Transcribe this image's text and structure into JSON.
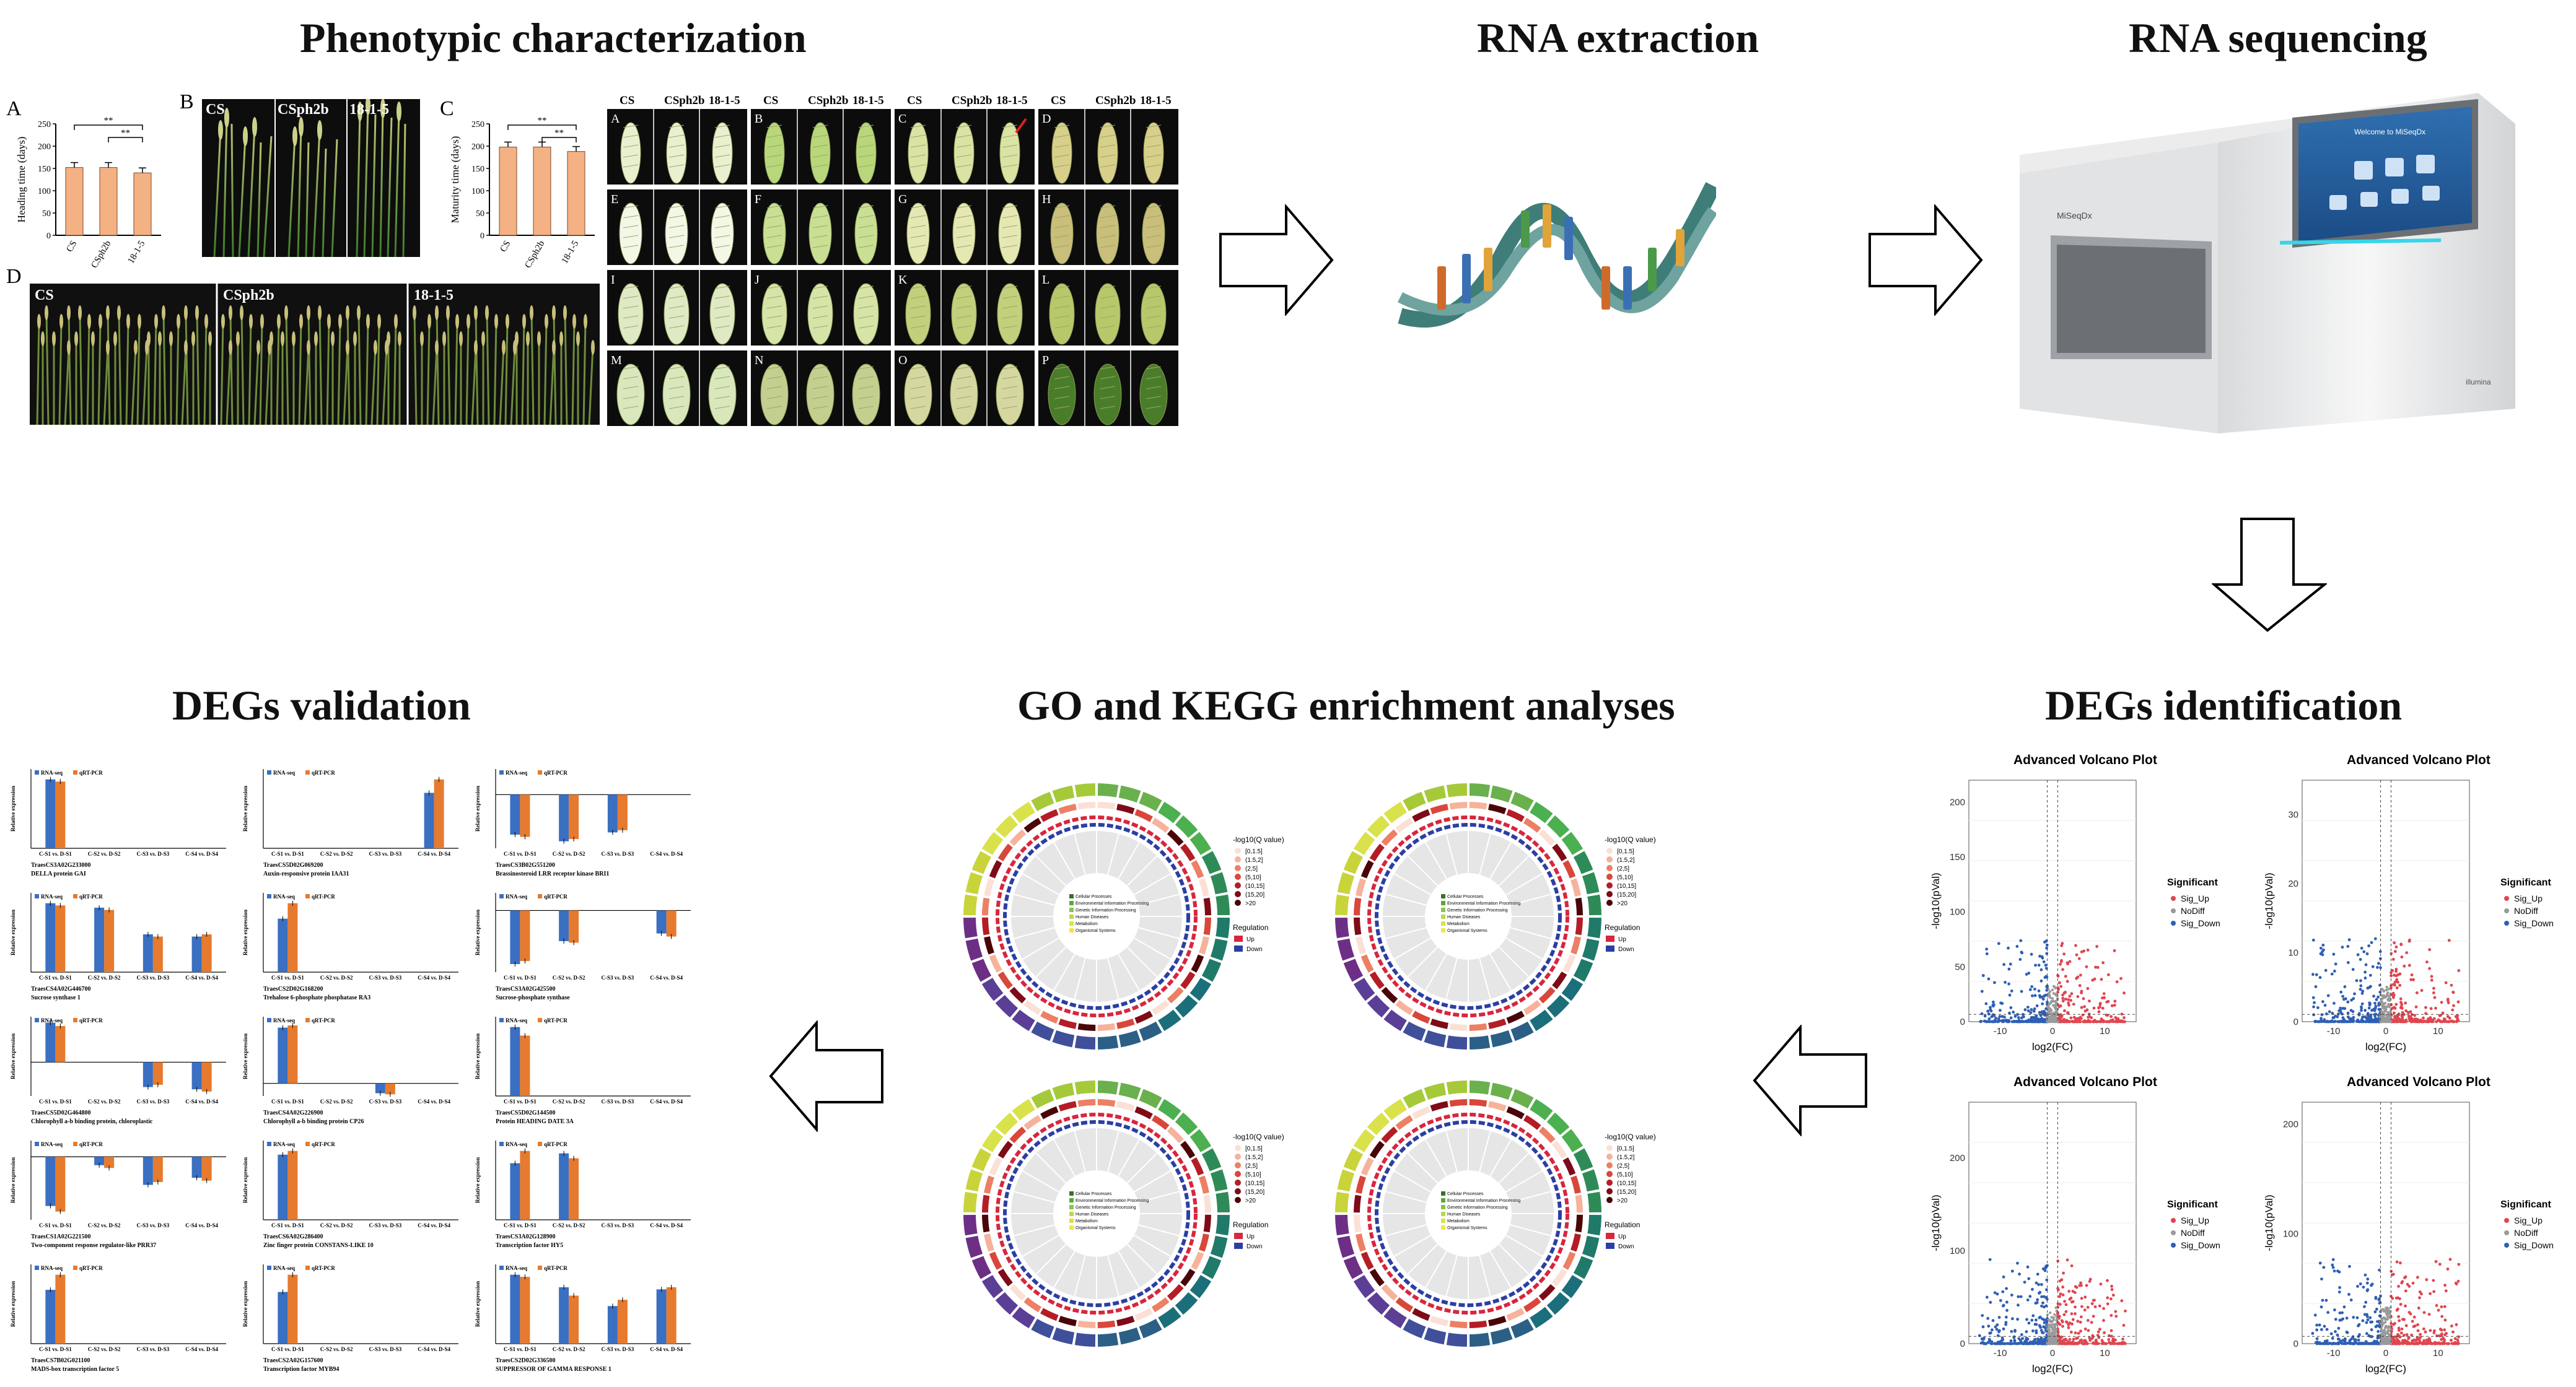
{
  "sections": {
    "phenotype": "Phenotypic characterization",
    "rna_extraction": "RNA extraction",
    "rna_sequencing": "RNA sequencing",
    "degs_identification": "DEGs identification",
    "go_kegg": "GO and KEGG enrichment analyses",
    "degs_validation": "DEGs validation"
  },
  "phenotype": {
    "panelA": {
      "letter": "A",
      "ylabel": "Heading time (days)",
      "categories": [
        "CS",
        "CSph2b",
        "18-1-5"
      ],
      "values": [
        152,
        152,
        140
      ],
      "ylim": [
        0,
        250
      ],
      "yticks": [
        "0",
        "50",
        "100",
        "150",
        "200",
        "250"
      ],
      "sig": "**"
    },
    "panelC": {
      "letter": "C",
      "ylabel": "Maturity time (days)",
      "categories": [
        "CS",
        "CSph2b",
        "18-1-5"
      ],
      "values": [
        198,
        198,
        188
      ],
      "ylim": [
        0,
        250
      ],
      "yticks": [
        "0",
        "50",
        "100",
        "150",
        "200",
        "250"
      ],
      "sig": "**"
    },
    "panelB": {
      "letter": "B",
      "labels": [
        "CS",
        "CSph2b",
        "18-1-5"
      ]
    },
    "panelD": {
      "letter": "D",
      "labels": [
        "CS",
        "CSph2b",
        "18-1-5"
      ]
    },
    "spike_groups": [
      {
        "header": [
          "CS",
          "CSph2b",
          "18-1-5"
        ],
        "letters": [
          "A",
          "E",
          "I",
          "M"
        ]
      },
      {
        "header": [
          "CS",
          "CSph2b",
          "18-1-5"
        ],
        "letters": [
          "B",
          "F",
          "J",
          "N"
        ]
      },
      {
        "header": [
          "CS",
          "CSph2b",
          "18-1-5"
        ],
        "letters": [
          "C",
          "G",
          "K",
          "O"
        ]
      },
      {
        "header": [
          "CS",
          "CSph2b",
          "18-1-5"
        ],
        "letters": [
          "D",
          "H",
          "L",
          "P"
        ]
      }
    ]
  },
  "sequencer": {
    "screen_title": "Welcome to MiSeqDx",
    "brand": "MiSeqDx",
    "maker": "illumina"
  },
  "volcano": {
    "title": "Advanced Volcano Plot",
    "xlabel": "log2(FC)",
    "ylabel": "-log10(pVal)",
    "legend_title": "Significant",
    "legend_items": [
      {
        "label": "Sig_Up",
        "color": "#e0454f"
      },
      {
        "label": "NoDiff",
        "color": "#9a9a9a"
      },
      {
        "label": "Sig_Down",
        "color": "#2f5fb4"
      }
    ],
    "plots": [
      {
        "yticks": [
          "0",
          "50",
          "100",
          "150",
          "200"
        ],
        "ymax": 220,
        "xticks": [
          "-10",
          "0",
          "10"
        ]
      },
      {
        "yticks": [
          "0",
          "10",
          "20",
          "30"
        ],
        "ymax": 35,
        "xticks": [
          "-10",
          "0",
          "10"
        ]
      },
      {
        "yticks": [
          "0",
          "100",
          "200"
        ],
        "ymax": 260,
        "xticks": [
          "-10",
          "0",
          "10"
        ]
      },
      {
        "yticks": [
          "0",
          "100",
          "200"
        ],
        "ymax": 220,
        "xticks": [
          "-10",
          "0",
          "10"
        ]
      }
    ]
  },
  "enrichment": {
    "legend_title": "-log10(Q value)",
    "legend_items": [
      "[0,1.5]",
      "(1.5,2]",
      "(2,5]",
      "(5,10]",
      "(10,15]",
      "(15,20]",
      ">20"
    ],
    "legend_colors": [
      "#fbe0d6",
      "#f6b29a",
      "#ec7f64",
      "#d9473b",
      "#b41d25",
      "#7e0b17",
      "#4a0508"
    ],
    "regulation_title": "Regulation",
    "regulation_items": [
      {
        "label": "Up",
        "color": "#d7263d"
      },
      {
        "label": "Down",
        "color": "#2b3fa3"
      }
    ],
    "center_items": [
      "Cellular Processes",
      "Environmental Information Processing",
      "Genetic Information Processing",
      "Human Diseases",
      "Metabolism",
      "Organismal Systems"
    ]
  },
  "validation": {
    "ylabel": "Relative expression",
    "legend": [
      {
        "label": "RNA-seq",
        "color": "#3a6fc2"
      },
      {
        "label": "qRT-PCR",
        "color": "#e67a2e"
      }
    ],
    "comparisons": [
      "C-S1 vs. D-S1",
      "C-S2 vs. D-S2",
      "C-S3 vs. D-S3",
      "C-S4 vs. D-S4"
    ],
    "charts": [
      {
        "gene": "TraesCS3A02G233000",
        "desc": "DELLA protein GAI",
        "rna": [
          3.2,
          0,
          0,
          0
        ],
        "qpcr": [
          3.1,
          0,
          0,
          0
        ]
      },
      {
        "gene": "TraesCS5D02G069200",
        "desc": "Auxin-responsive protein IAA31",
        "rna": [
          0,
          0,
          0,
          3.3
        ],
        "qpcr": [
          0,
          0,
          0,
          4.1
        ]
      },
      {
        "gene": "TraesCS3B02G551200",
        "desc": "Brassinosteroid LRR receptor kinase BRI1",
        "rna": [
          -1.8,
          -2.1,
          -1.7,
          0
        ],
        "qpcr": [
          -1.9,
          -2.0,
          -1.6,
          0
        ]
      },
      {
        "gene": "TraesCS4A02G446700",
        "desc": "Sucrose synthase 1",
        "rna": [
          3.1,
          2.9,
          1.7,
          1.6
        ],
        "qpcr": [
          3.0,
          2.8,
          1.6,
          1.7
        ]
      },
      {
        "gene": "TraesCS2D02G168200",
        "desc": "Trehalose 6-phosphate phosphatase RA3",
        "rna": [
          4.5,
          0,
          0,
          0
        ],
        "qpcr": [
          5.8,
          0,
          0,
          0
        ]
      },
      {
        "gene": "TraesCS3A02G425500",
        "desc": "Sucrose-phosphate synthase",
        "rna": [
          -3.5,
          -2.0,
          0,
          -1.5
        ],
        "qpcr": [
          -3.3,
          -2.1,
          0,
          -1.7
        ]
      },
      {
        "gene": "TraesCS5D02G464800",
        "desc": "Chlorophyll a-b binding protein, chloroplastic",
        "rna": [
          3.5,
          0,
          -2.2,
          -2.4
        ],
        "qpcr": [
          3.2,
          0,
          -2.0,
          -2.6
        ]
      },
      {
        "gene": "TraesCS4A02G226900",
        "desc": "Chlorophyll a-b binding protein CP26",
        "rna": [
          10.2,
          0,
          -1.8,
          0
        ],
        "qpcr": [
          10.6,
          0,
          -2.0,
          0
        ]
      },
      {
        "gene": "TraesCS5D02G144500",
        "desc": "Protein HEADING DATE 3A",
        "rna": [
          8.9,
          0,
          0,
          0
        ],
        "qpcr": [
          7.8,
          0,
          0,
          0
        ]
      },
      {
        "gene": "TraesCS1A02G221500",
        "desc": "Two-component response regulator-like PRR37",
        "rna": [
          -3.5,
          -0.6,
          -2.0,
          -1.5
        ],
        "qpcr": [
          -3.9,
          -0.8,
          -1.8,
          -1.7
        ]
      },
      {
        "gene": "TraesCS6A02G286400",
        "desc": "Zinc finger protein CONSTANS-LIKE 10",
        "rna": [
          3.5,
          0,
          0,
          0
        ],
        "qpcr": [
          3.7,
          0,
          0,
          0
        ]
      },
      {
        "gene": "TraesCS3A02G128900",
        "desc": "Transcription factor HY5",
        "rna": [
          2.3,
          2.7,
          0,
          0
        ],
        "qpcr": [
          2.8,
          2.5,
          0,
          0
        ]
      },
      {
        "gene": "TraesCS7B02G021100",
        "desc": "MADS-box transcription factor 5",
        "rna": [
          2.5,
          0,
          0,
          0
        ],
        "qpcr": [
          3.2,
          0,
          0,
          0
        ]
      },
      {
        "gene": "TraesCS2A02G157600",
        "desc": "Transcription factor MYB94",
        "rna": [
          2.1,
          0,
          0,
          0
        ],
        "qpcr": [
          2.8,
          0,
          0,
          0
        ]
      },
      {
        "gene": "TraesCS2D02G336500",
        "desc": "SUPPRESSOR OF GAMMA RESPONSE 1",
        "rna": [
          3.3,
          2.7,
          1.8,
          2.6
        ],
        "qpcr": [
          3.2,
          2.3,
          2.1,
          2.7
        ]
      }
    ]
  },
  "colors": {
    "bar_orange": "#f4b183",
    "rna_blue": "#3a6fc2",
    "qpcr_orange": "#e67a2e",
    "dna_teal": "#4e8a88"
  }
}
